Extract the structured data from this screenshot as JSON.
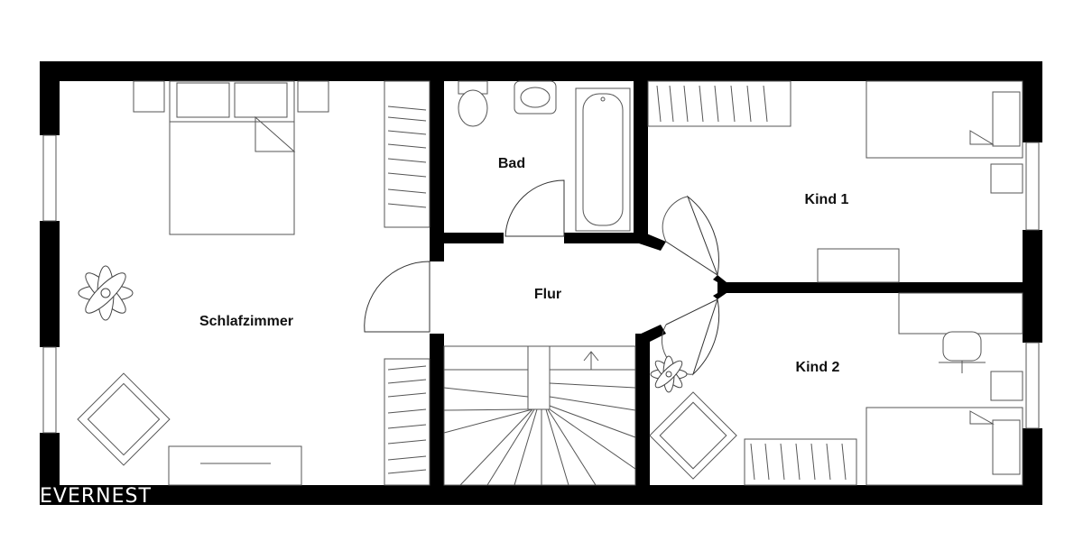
{
  "rooms": {
    "schlafzimmer": "Schlafzimmer",
    "bad": "Bad",
    "flur": "Flur",
    "kind1": "Kind 1",
    "kind2": "Kind 2"
  },
  "brand": "EVERNEST",
  "colors": {
    "wall": "#000000",
    "background": "#ffffff",
    "line": "#555555"
  }
}
